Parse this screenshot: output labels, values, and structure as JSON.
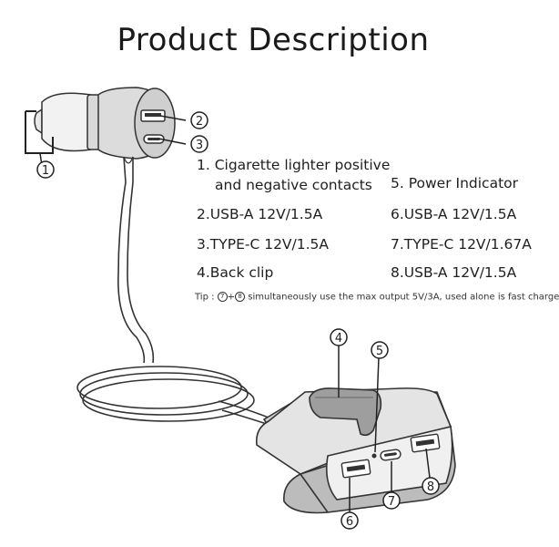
{
  "title": "Product Description",
  "specs": {
    "s1_line1": "1. Cigarette lighter positive",
    "s1_line2": "and negative contacts",
    "s2": "2.USB-A 12V/1.5A",
    "s3": "3.TYPE-C 12V/1.5A",
    "s4": "4.Back clip",
    "s5": "5. Power Indicator",
    "s6": "6.USB-A 12V/1.5A",
    "s7": "7.TYPE-C 12V/1.67A",
    "s8": "8.USB-A 12V/1.5A"
  },
  "tip": {
    "prefix": "Tip :",
    "num_a": "7",
    "plus": "+",
    "num_b": "8",
    "text": "simultaneously use the max output 5V/3A, used alone is fast charge"
  },
  "callouts": {
    "c1": "1",
    "c2": "2",
    "c3": "3",
    "c4": "4",
    "c5": "5",
    "c6": "6",
    "c7": "7",
    "c8": "8"
  }
}
